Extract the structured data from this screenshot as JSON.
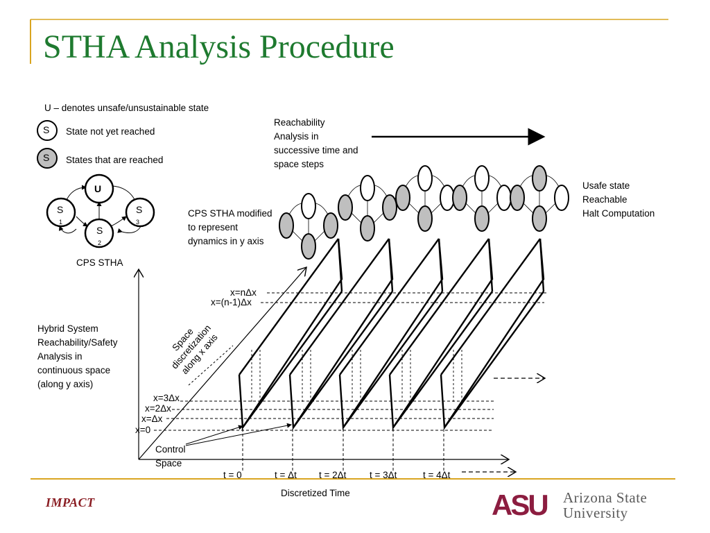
{
  "slide": {
    "title": "STHA Analysis Procedure",
    "colors": {
      "title": "#1e7a2f",
      "rule": "#d9a520",
      "reached": "#bfbfbf",
      "asu": "#8c1d40"
    }
  },
  "legend": {
    "u_note": "U – denotes unsafe/unsustainable state",
    "s_symbol": "S",
    "not_reached": "State not yet reached",
    "reached": "States that are reached"
  },
  "cps_stha": {
    "caption": "CPS STHA",
    "u_label": "U",
    "s_label": "S",
    "sub1": "1",
    "sub2": "2",
    "sub3": "3"
  },
  "annotations": {
    "reachability": "Reachability\nAnalysis in\nsuccessive time and\nspace steps",
    "cps_modified": "CPS STHA modified\nto represent\ndynamics in y axis",
    "unsafe": "Usafe state\nReachable\nHalt Computation",
    "hybrid": "Hybrid System\nReachability/Safety\nAnalysis in\ncontinuous space\n(along y axis)",
    "space_disc": "Space\ndiscretization\nalong x axis",
    "control_space": "Control\nSpace",
    "discretized_time": "Discretized Time"
  },
  "x_levels": [
    "x=nΔx",
    "x=(n-1)Δx",
    "x=3Δx",
    "x=2Δx",
    "x=Δx",
    "x=0"
  ],
  "time_labels": [
    "t = 0",
    "t = Δt",
    "t = 2Δt",
    "t = 3Δt",
    "t = 4Δt"
  ],
  "footer": {
    "impact_logo": "IMPACT",
    "asu_mark": "ASU",
    "asu_name": "Arizona State\nUniversity"
  }
}
